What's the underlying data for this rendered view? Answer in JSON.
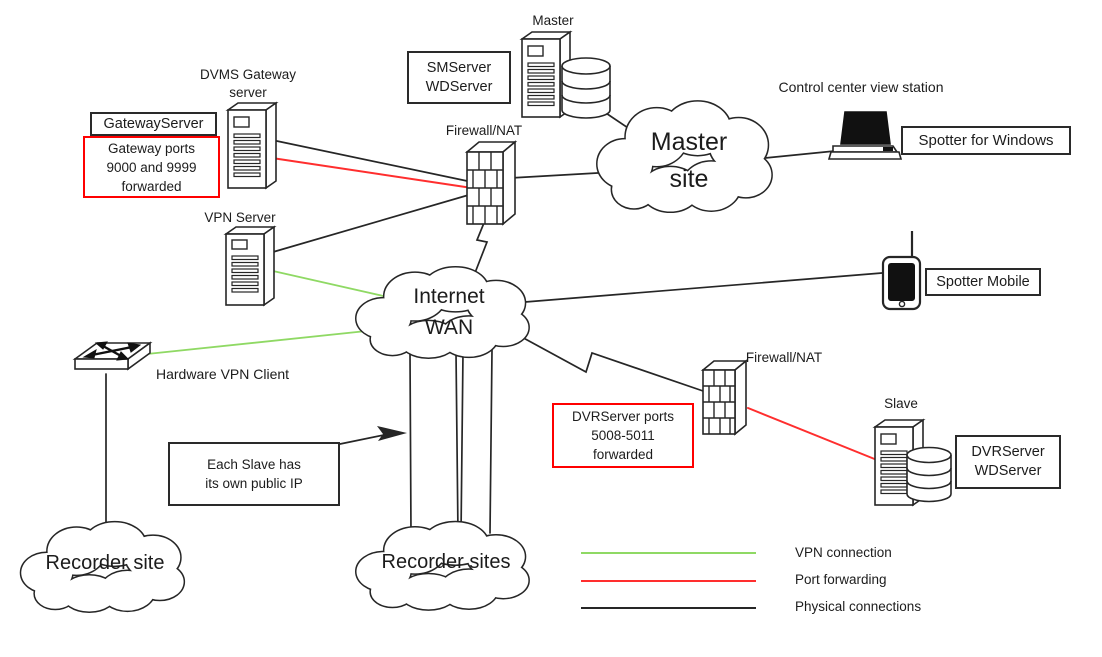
{
  "title": "DVMS network architecture diagram",
  "colors": {
    "vpn": "#8fd964",
    "port_forwarding": "#ff2e2e",
    "physical": "#262626",
    "note_border": "#ff0000"
  },
  "nodes": {
    "master_server": {
      "label": "Master"
    },
    "sm_box": {
      "line1": "SMServer",
      "line2": "WDServer"
    },
    "firewall_master": {
      "label": "Firewall/NAT"
    },
    "master_site_cloud": {
      "line1": "Master",
      "line2": "site"
    },
    "control_station": {
      "label": "Control center view station",
      "tag": "Spotter for Windows"
    },
    "gateway": {
      "title1": "DVMS Gateway",
      "title2": "server",
      "tag": "GatewayServer",
      "note1": "Gateway ports",
      "note2": "9000 and 9999",
      "note3": "forwarded"
    },
    "vpn_server": {
      "label": "VPN Server"
    },
    "internet_wan_cloud": {
      "line1": "Internet",
      "line2": "WAN"
    },
    "spotter_mobile": {
      "tag": "Spotter Mobile"
    },
    "hardware_vpn_client": {
      "label": "Hardware VPN Client"
    },
    "recorder_site_cloud": {
      "label": "Recorder site"
    },
    "recorder_sites_cloud": {
      "label": "Recorder sites"
    },
    "slave_note": {
      "line1": "Each Slave has",
      "line2": "its own public IP"
    },
    "firewall_slave": {
      "label": "Firewall/NAT"
    },
    "dvr_note": {
      "note1": "DVRServer ports",
      "note2": "5008-5011",
      "note3": "forwarded"
    },
    "slave_server": {
      "label": "Slave",
      "tag1": "DVRServer",
      "tag2": "WDServer"
    }
  },
  "legend": {
    "items": [
      {
        "label": "VPN connection",
        "color_key": "vpn"
      },
      {
        "label": "Port forwarding",
        "color_key": "port_forwarding"
      },
      {
        "label": "Physical connections",
        "color_key": "physical"
      }
    ]
  }
}
